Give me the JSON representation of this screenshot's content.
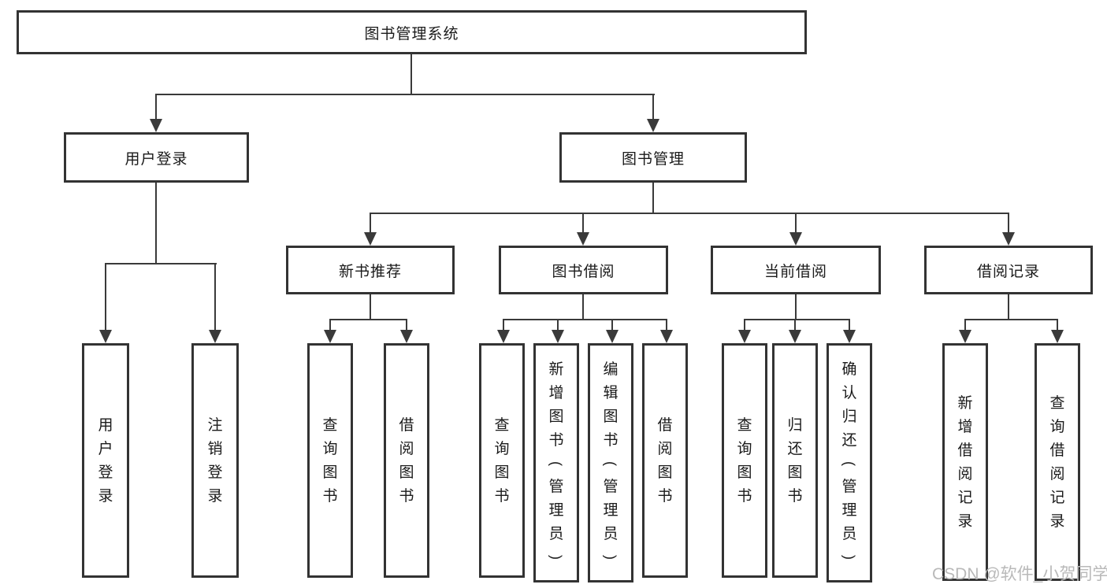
{
  "diagram": {
    "root": {
      "label": "图书管理系统"
    },
    "children": [
      {
        "label": "用户登录",
        "children": [
          {
            "label": "用户登录"
          },
          {
            "label": "注销登录"
          }
        ]
      },
      {
        "label": "图书管理",
        "children": [
          {
            "label": "新书推荐",
            "children": [
              {
                "label": "查询图书"
              },
              {
                "label": "借阅图书"
              }
            ]
          },
          {
            "label": "图书借阅",
            "children": [
              {
                "label": "查询图书"
              },
              {
                "label": "新增图书（管理员）"
              },
              {
                "label": "编辑图书（管理员）"
              },
              {
                "label": "借阅图书"
              }
            ]
          },
          {
            "label": "当前借阅",
            "children": [
              {
                "label": "查询图书"
              },
              {
                "label": "归还图书"
              },
              {
                "label": "确认归还（管理员）"
              }
            ]
          },
          {
            "label": "借阅记录",
            "children": [
              {
                "label": "新增借阅记录"
              },
              {
                "label": "查询借阅记录"
              }
            ]
          }
        ]
      }
    ]
  },
  "watermark": {
    "text": "CSDN @软件_小贺同学"
  },
  "colors": {
    "line": "#3a3a3a",
    "text": "#1a1a1a",
    "watermark": "#b9b9b9"
  }
}
